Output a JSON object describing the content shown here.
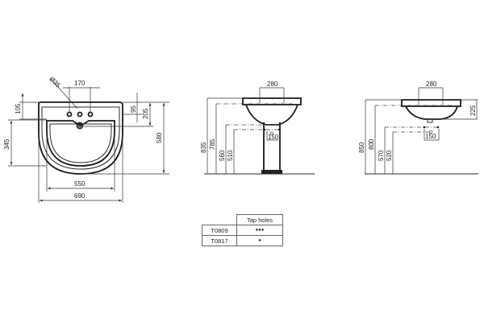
{
  "front_view": {
    "tap_hole_diameter": "Ø35",
    "tap_spacing": "170",
    "top_to_tap_holes": "105",
    "basin_depth_front": "345",
    "rim_to_taps": "95",
    "rim_to_waste": "205",
    "total_depth": "580",
    "bowl_width": "550",
    "total_width": "690"
  },
  "pedestal_view": {
    "fixing_spacing": "280",
    "total_height": "835",
    "rim_height": "785",
    "supply_height": "560",
    "waste_height": "510",
    "waste_offset": "150"
  },
  "wall_view": {
    "fixing_spacing": "280",
    "basin_height": "225",
    "total_height": "850",
    "rim_height": "800",
    "supply_height": "570",
    "waste_height": "520",
    "waste_offset": "150"
  },
  "table": {
    "header": "Tap holes",
    "rows": [
      {
        "code": "T0809",
        "tap_holes": "●●●"
      },
      {
        "code": "T0817",
        "tap_holes": "●"
      }
    ]
  }
}
